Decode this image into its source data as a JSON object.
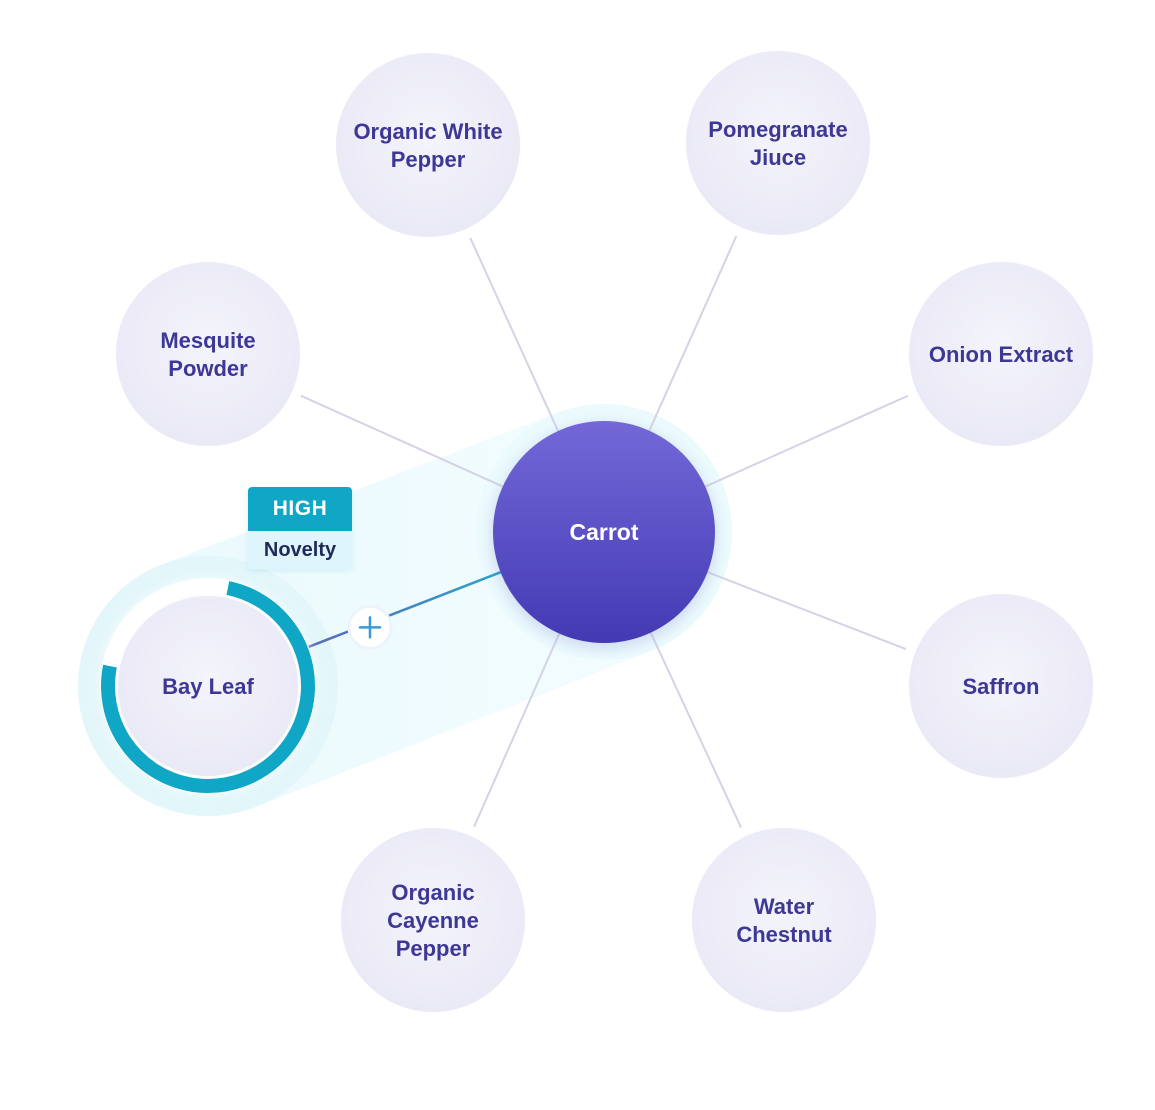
{
  "center": {
    "label": "Carrot"
  },
  "nodes": [
    {
      "id": "organic-white-pepper",
      "lines": [
        "Organic White",
        "Pepper"
      ]
    },
    {
      "id": "pomegranate-jiuce",
      "lines": [
        "Pomegranate",
        "Jiuce"
      ]
    },
    {
      "id": "mesquite-powder",
      "lines": [
        "Mesquite",
        "Powder"
      ]
    },
    {
      "id": "onion-extract",
      "lines": [
        "Onion Extract"
      ]
    },
    {
      "id": "bay-leaf",
      "lines": [
        "Bay Leaf"
      ],
      "highlighted": true,
      "score_fraction": 0.75
    },
    {
      "id": "saffron",
      "lines": [
        "Saffron"
      ]
    },
    {
      "id": "organic-cayenne-pepper",
      "lines": [
        "Organic",
        "Cayenne",
        "Pepper"
      ]
    },
    {
      "id": "water-chestnut",
      "lines": [
        "Water",
        "Chestnut"
      ]
    }
  ],
  "badge": {
    "level": "HIGH",
    "label": "Novelty"
  },
  "connector_icon": "plus-icon",
  "colors": {
    "node_fill": "#ececf8",
    "node_text": "#3d3896",
    "center_top": "#7468d8",
    "center_bottom": "#4339b3",
    "edge": "#d4d3e6",
    "highlight": "#10a6c6",
    "halo": "#e6f8fc"
  }
}
